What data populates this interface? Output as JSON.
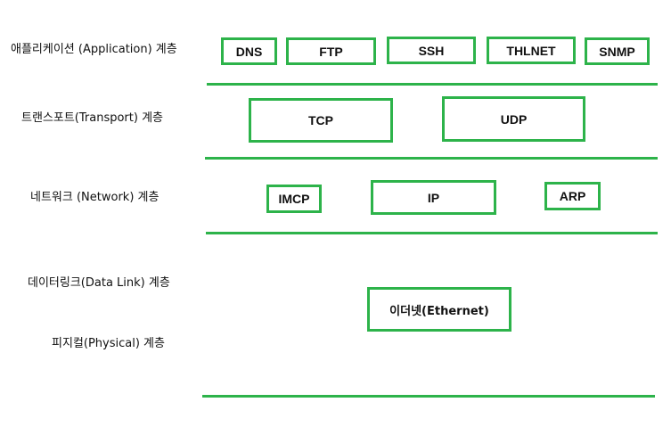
{
  "layers": {
    "application": {
      "label": "애플리케이션 (Application) 계층"
    },
    "transport": {
      "label": "트랜스포트(Transport) 계층"
    },
    "network": {
      "label": "네트워크 (Network) 계층"
    },
    "datalink": {
      "label": "데이터링크(Data Link) 계층"
    },
    "physical": {
      "label": "피지컬(Physical) 계층"
    }
  },
  "protocols": {
    "dns": "DNS",
    "ftp": "FTP",
    "ssh": "SSH",
    "thlnet": "THLNET",
    "snmp": "SNMP",
    "tcp": "TCP",
    "udp": "UDP",
    "imcp": "IMCP",
    "ip": "IP",
    "arp": "ARP",
    "ethernet": "이더넷(Ethernet)"
  },
  "colors": {
    "accent": "#2db34a"
  }
}
